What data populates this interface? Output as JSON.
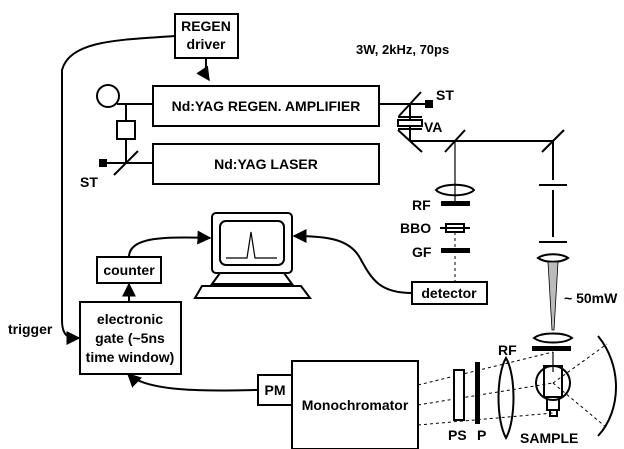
{
  "labels": {
    "regen_driver_1": "REGEN",
    "regen_driver_2": "driver",
    "regen_amp": "Nd:YAG REGEN. AMPLIFIER",
    "laser": "Nd:YAG LASER",
    "laser_params": "3W, 2kHz, 70ps",
    "st_top": "ST",
    "st_left": "ST",
    "va": "VA",
    "rf_1": "RF",
    "bbo": "BBO",
    "gf": "GF",
    "counter": "counter",
    "detector": "detector",
    "power": "~ 50mW",
    "rf_2": "RF",
    "trigger": "trigger",
    "gate_1": "electronic",
    "gate_2": "gate (~5ns",
    "gate_3": "time window)",
    "pm": "PM",
    "monochromator": "Monochromator",
    "ps": "PS",
    "p": "P",
    "sample": "SAMPLE"
  }
}
